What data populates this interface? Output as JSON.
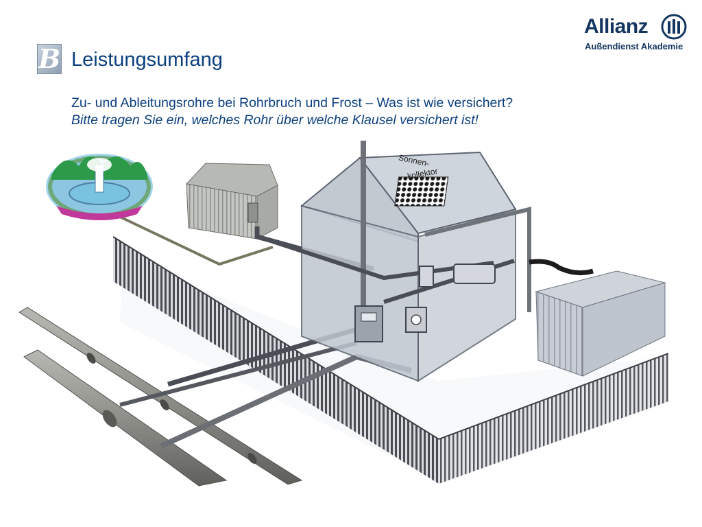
{
  "header": {
    "brand_name": "Allianz",
    "brand_subtitle": "Außendienst Akademie",
    "section_letter": "B",
    "title": "Leistungsumfang"
  },
  "content": {
    "subtitle": "Zu- und Ableitungsrohre bei Rohrbruch und Frost – Was ist wie versichert?",
    "instruction": "Bitte tragen Sie ein, welches Rohr über welche Klausel versichert ist!"
  },
  "illustration": {
    "solar_label_line1": "Sonnen-",
    "solar_label_line2": "kollektor"
  },
  "colors": {
    "brand_blue": "#13355f",
    "text_blue": "#0b3f7f",
    "pipe_gray": "#4a4d55",
    "house_fill": "#c5ccd6",
    "fence_dark": "#3d3f45"
  }
}
